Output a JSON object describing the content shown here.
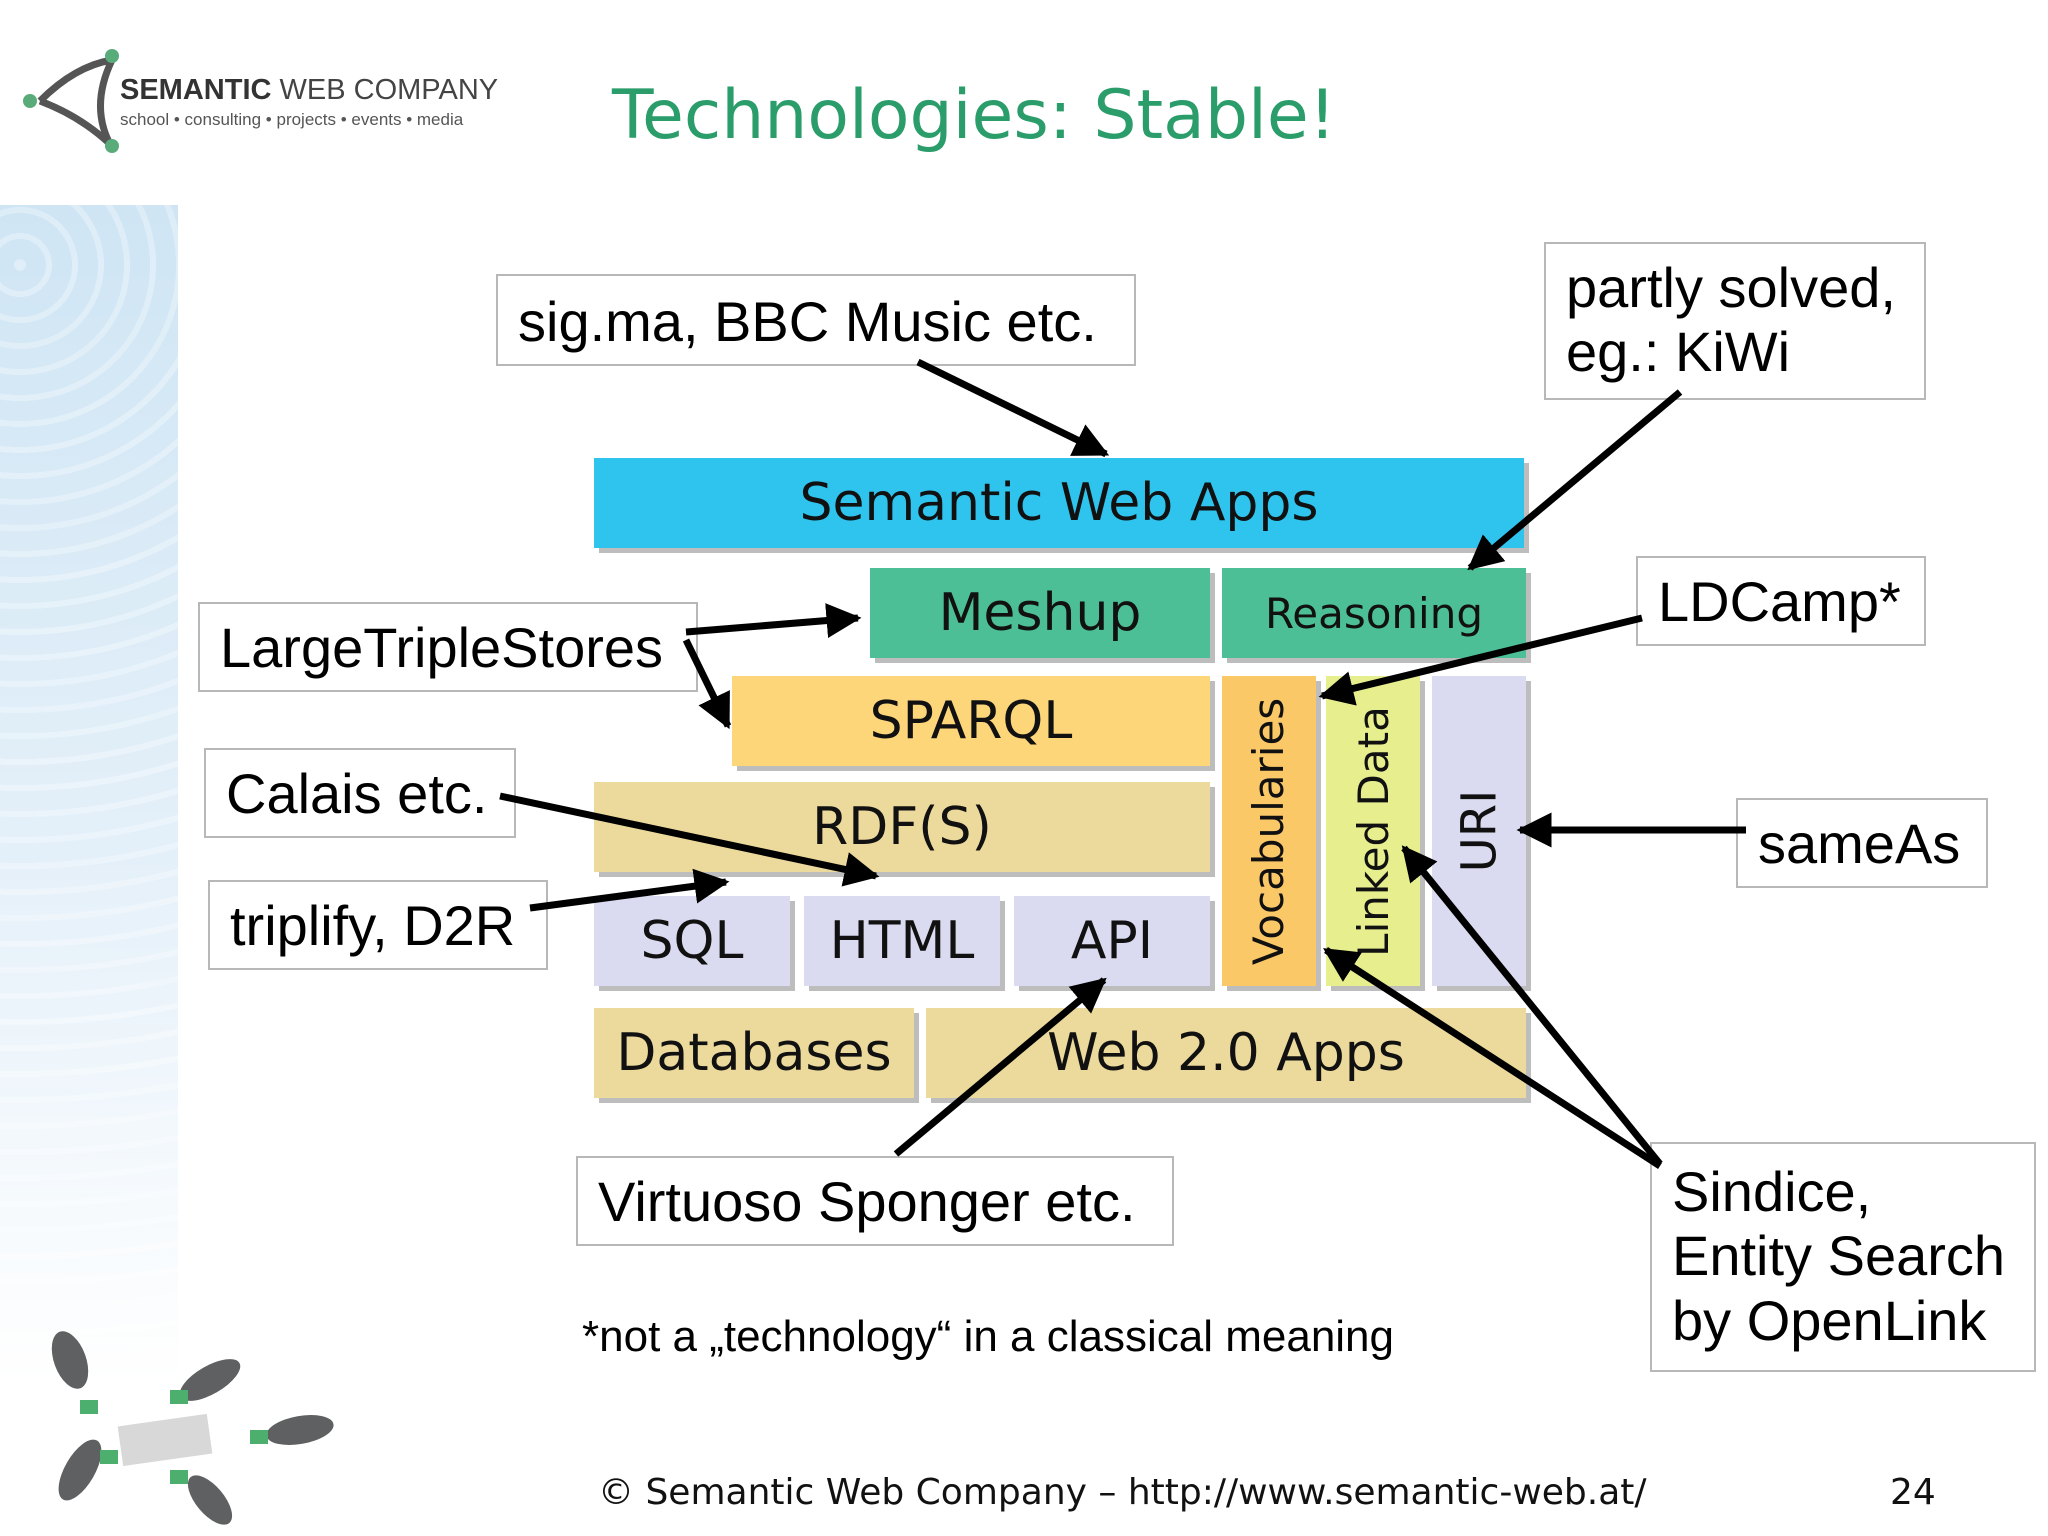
{
  "logo": {
    "name_bold": "SEMANTIC",
    "name_rest": " WEB COMPANY",
    "tagline": "school • consulting • projects • events • media"
  },
  "title": "Technologies: Stable!",
  "stack": {
    "semantic_web_apps": "Semantic Web Apps",
    "meshup": "Meshup",
    "reasoning": "Reasoning",
    "sparql": "SPARQL",
    "rdfs": "RDF(S)",
    "sql": "SQL",
    "html": "HTML",
    "api": "API",
    "databases": "Databases",
    "web20": "Web 2.0 Apps",
    "vocabularies": "Vocabularies",
    "linked_data": "Linked Data",
    "uri": "URI"
  },
  "callouts": {
    "sigma": "sig.ma, BBC Music etc.",
    "partly_line1": "partly solved,",
    "partly_line2": "eg.: KiWi",
    "ldcamp": "LDCamp*",
    "largetriple": "LargeTripleStores",
    "calais": "Calais etc.",
    "triplify": "triplify, D2R",
    "sameas": "sameAs",
    "virtuoso": "Virtuoso Sponger etc.",
    "sindice_line1": "Sindice,",
    "sindice_line2": "Entity Search",
    "sindice_line3": "by OpenLink"
  },
  "footnote": "*not a „technology“ in a classical meaning",
  "footer": "© Semantic Web Company – http://www.semantic-web.at/",
  "page_number": "24",
  "colors": {
    "title": "#2a9d6a",
    "apps": "#2ec4ee",
    "green": "#4dbf97",
    "yellow": "#fdd67a",
    "beige": "#ecd99c",
    "lavender": "#dadaf0",
    "lime": "#e6ee8e",
    "orange": "#fbc868"
  }
}
